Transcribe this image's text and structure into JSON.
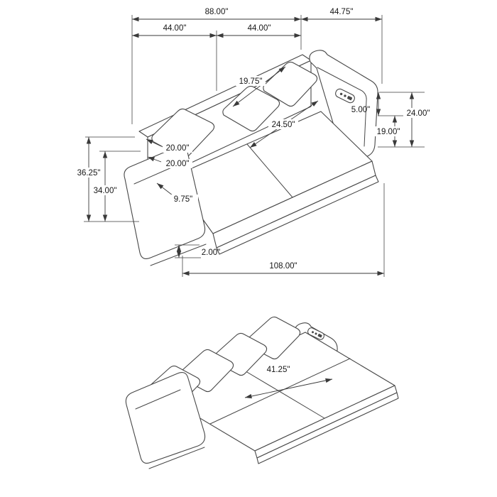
{
  "page": {
    "background": "#ffffff",
    "line_color": "#474747",
    "dimension_color": "#3a3a3a"
  },
  "diagram": {
    "type": "furniture-dimension-drawing",
    "subject": "sectional-sofa-sleeper",
    "top": {
      "back_width": "88.00\"",
      "right_section_width": "44.75\"",
      "seat_width_left": "44.00\"",
      "seat_width_right": "44.00\"",
      "backrest_slope": "19.75\"",
      "arm_rise": "5.00\"",
      "arm_height": "24.00\"",
      "seat_back_height": "19.00\"",
      "seat_depth": "24.50\"",
      "pillow_width": "20.00\"",
      "pillow_height": "20.00\"",
      "overall_height": "36.25\"",
      "back_height": "34.00\"",
      "arm_width": "9.75\"",
      "base_height": "2.00\"",
      "overall_length": "108.00\""
    },
    "bottom": {
      "sleeper_width": "41.25\""
    },
    "icons": {
      "usb_panel": "usb-power-port"
    }
  }
}
